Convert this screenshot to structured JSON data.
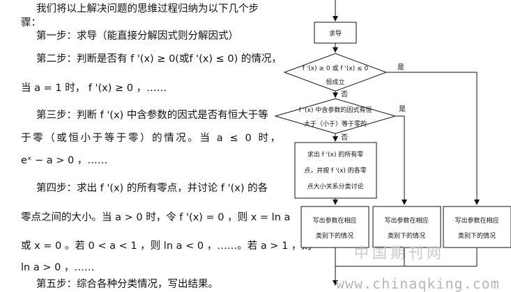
{
  "left_text": {
    "para1_line1": "我们将以上解决问题的思维过程归纳为以下几个步",
    "para1_line2": "骤：",
    "step1": "第一步：求导（能直接分解因式则分解因式）",
    "step2_line1": "第二步：判断是否有 f '(x) ≥ 0(或f '(x) ≤ 0) 的情况，",
    "step2_line2": "当 a = 1 时， f '(x) ≥ 0 ，……",
    "step3_line1": "第三步：判断 f '(x) 中含参数的因式是否有恒大于等",
    "step3_line2": "于零（或恒小于等于零）的情况。当 a ≤ 0 时，",
    "step3_line3": "eˣ − a > 0 ，……",
    "step4_line1": "第四步：求出 f '(x) 的所有零点，并讨论 f '(x) 的各",
    "step4_line2": "零点之间的大小。当 a > 0 时，令 f '(x) = 0 ，则 x = ln a",
    "step4_line3": "或 x = 0 。若 0 < a < 1 ，则 ln a < 0 ，……。若 a > 1 ，则",
    "step4_line4": "ln a > 0 ，……",
    "step5": "第五步：综合各种分类情况，写出结果。"
  },
  "flowchart": {
    "box_derive": "求导",
    "diamond1_line1": "f '(x) ≥ 0 或 f '(x) ≤ 0",
    "diamond1_line2": "恒成立",
    "diamond2_line1": "f '(x) 中含参数的因式有恒",
    "diamond2_line2": "大于（小于）等于零的",
    "yes_label": "是",
    "no_label": "否",
    "box_zero_line1": "求出 f '(x) 的所有零",
    "box_zero_line2": "点，并按 f '(x) 的各零",
    "box_zero_line3": "点大小关系分类讨论",
    "result_line1": "写出参数在相应",
    "result_line2": "类别下的情况"
  },
  "watermark": {
    "cn": "中国期刊网",
    "url": "www.chinaqking.com"
  }
}
